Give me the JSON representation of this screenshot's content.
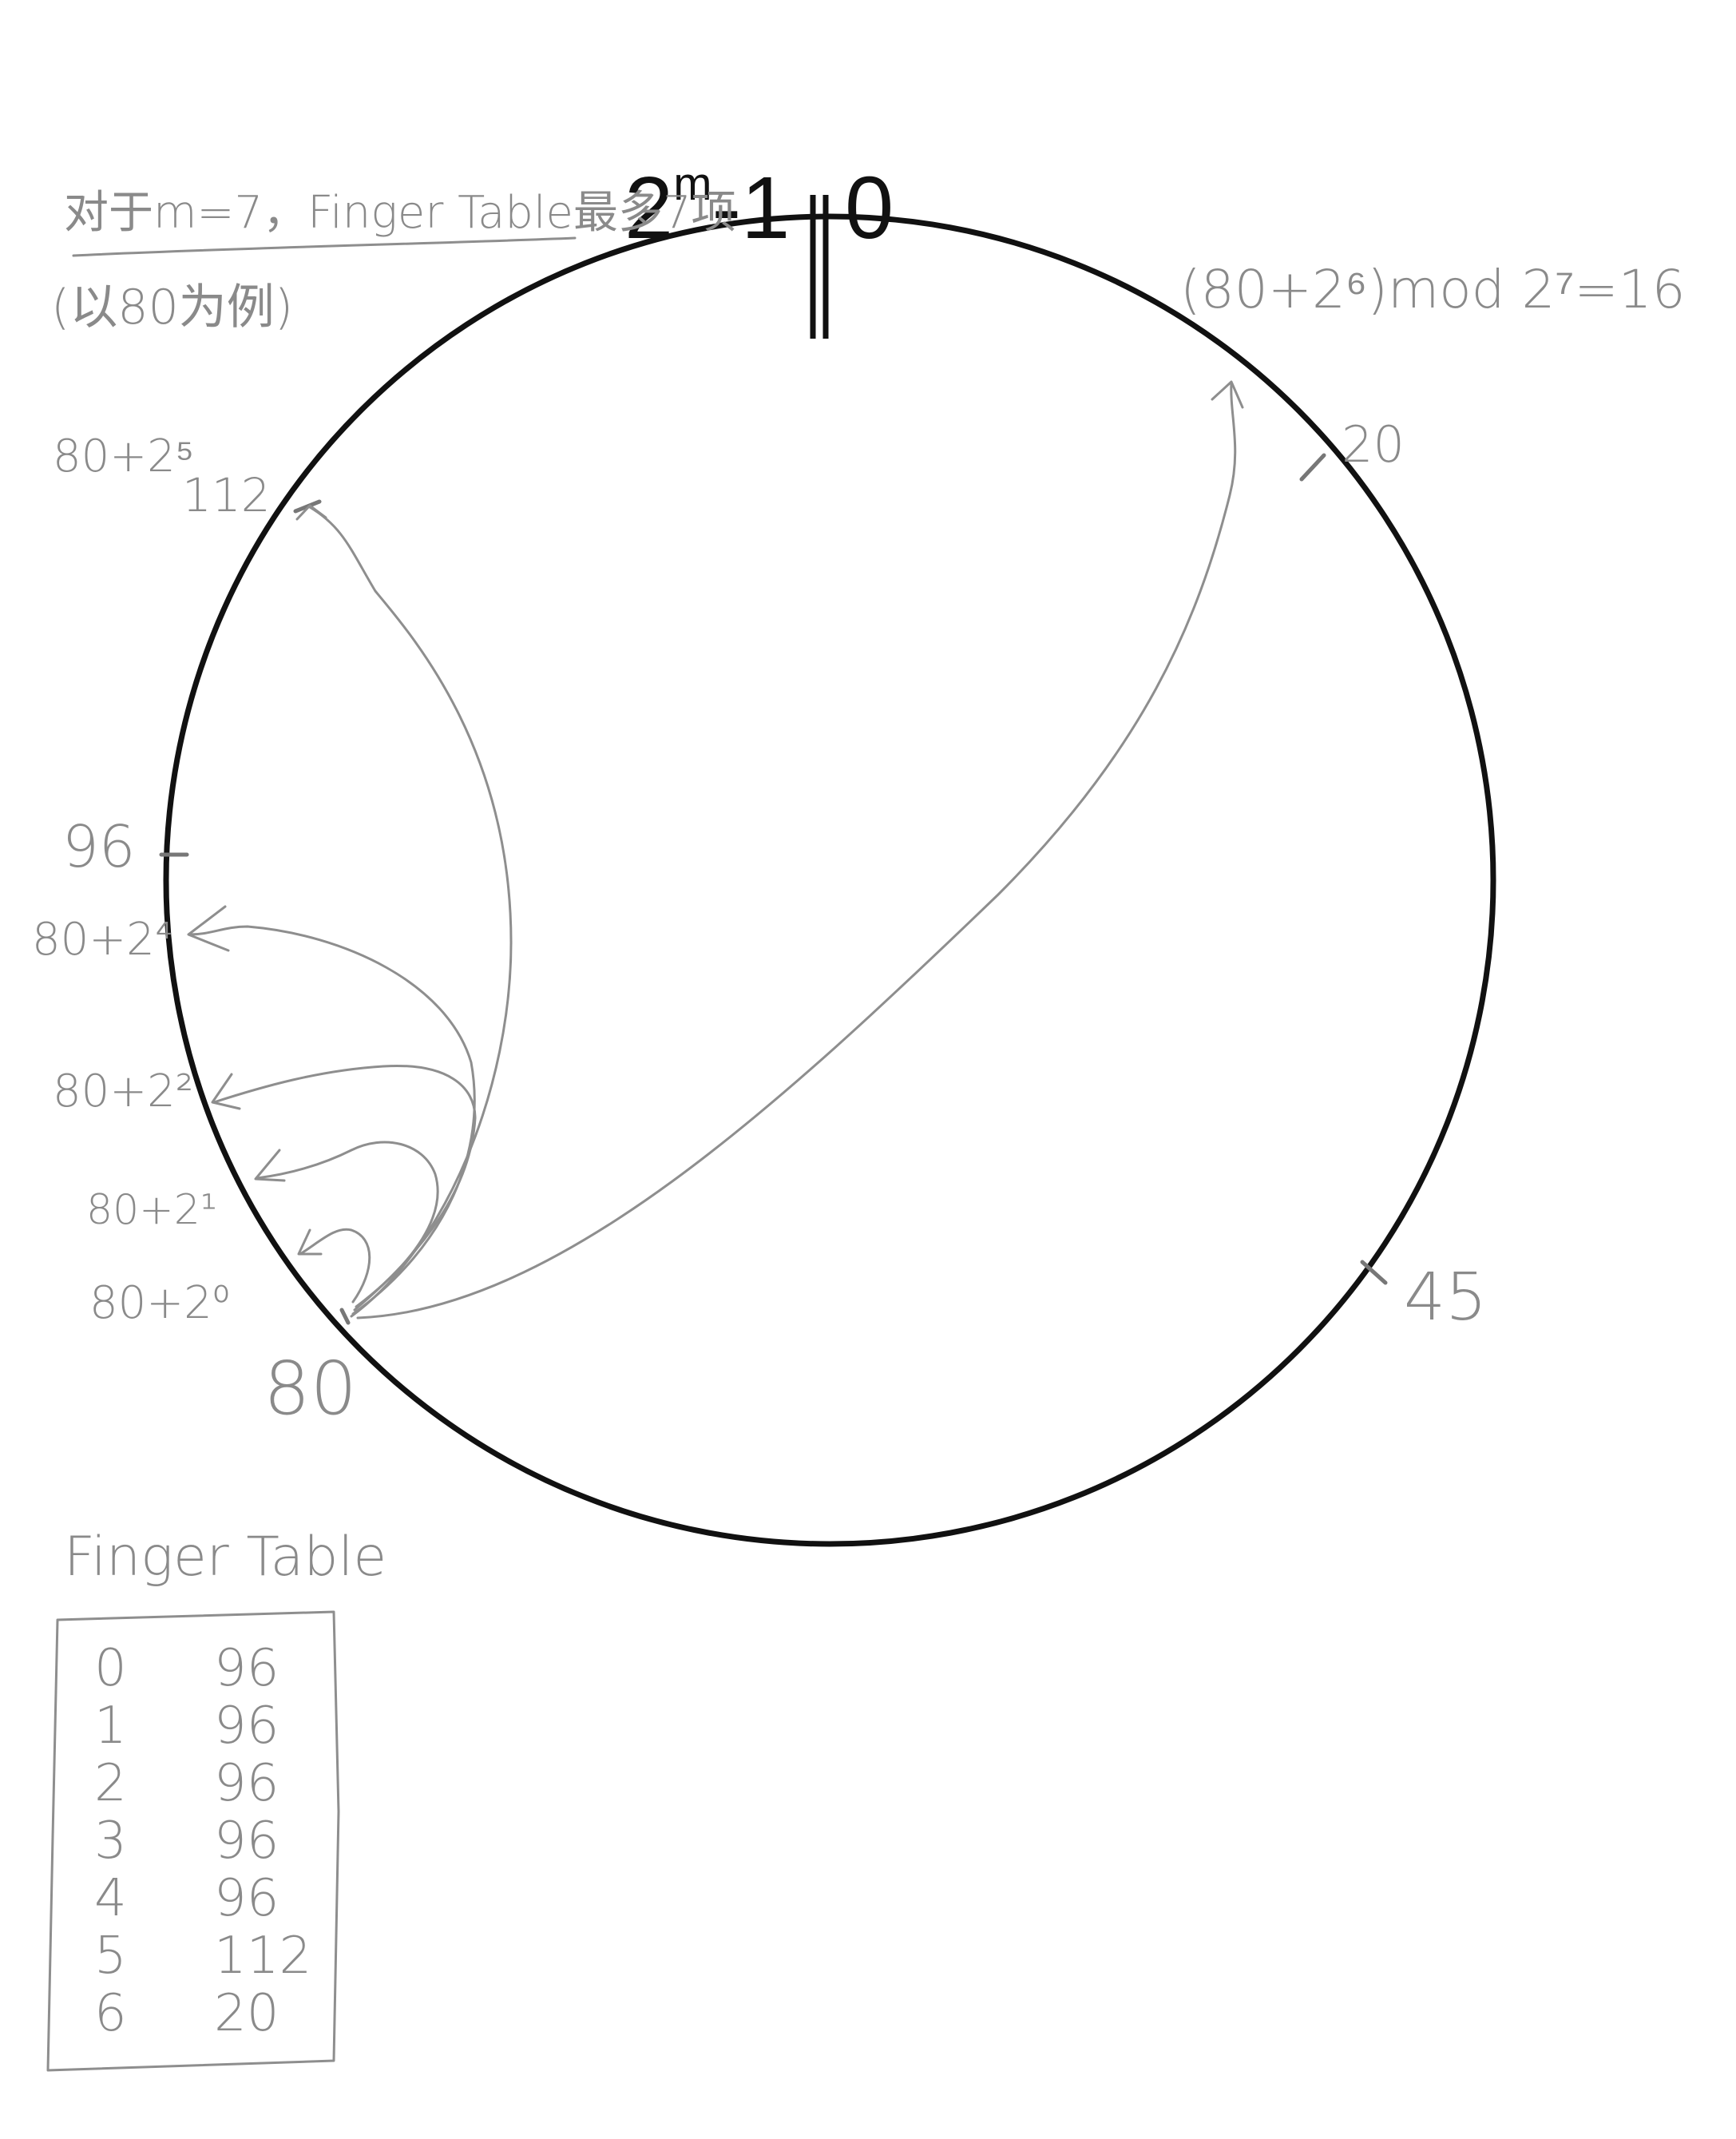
{
  "ring_label": {
    "left_base": "2",
    "left_exp": "m",
    "left_tail": "-1",
    "right": "0"
  },
  "note": {
    "line1": "对于m=7，Finger Table最多7项",
    "line2": "(以80为例)"
  },
  "formula": "(80+2⁶)mod 2⁷=16",
  "nodes": [
    {
      "id": "20",
      "label": "20"
    },
    {
      "id": "112",
      "label": "112"
    },
    {
      "id": "96",
      "label": "96"
    },
    {
      "id": "45",
      "label": "45"
    },
    {
      "id": "80",
      "label": "80"
    }
  ],
  "targets": [
    {
      "label": "80+2⁵"
    },
    {
      "label": "80+2⁴"
    },
    {
      "label": "80+2²"
    },
    {
      "label": "80+2¹"
    },
    {
      "label": "80+2⁰"
    }
  ],
  "finger_table": {
    "title": "Finger Table",
    "rows": [
      {
        "index": "0",
        "node": "96"
      },
      {
        "index": "1",
        "node": "96"
      },
      {
        "index": "2",
        "node": "96"
      },
      {
        "index": "3",
        "node": "96"
      },
      {
        "index": "4",
        "node": "96"
      },
      {
        "index": "5",
        "node": "112"
      },
      {
        "index": "6",
        "node": "20"
      }
    ]
  }
}
